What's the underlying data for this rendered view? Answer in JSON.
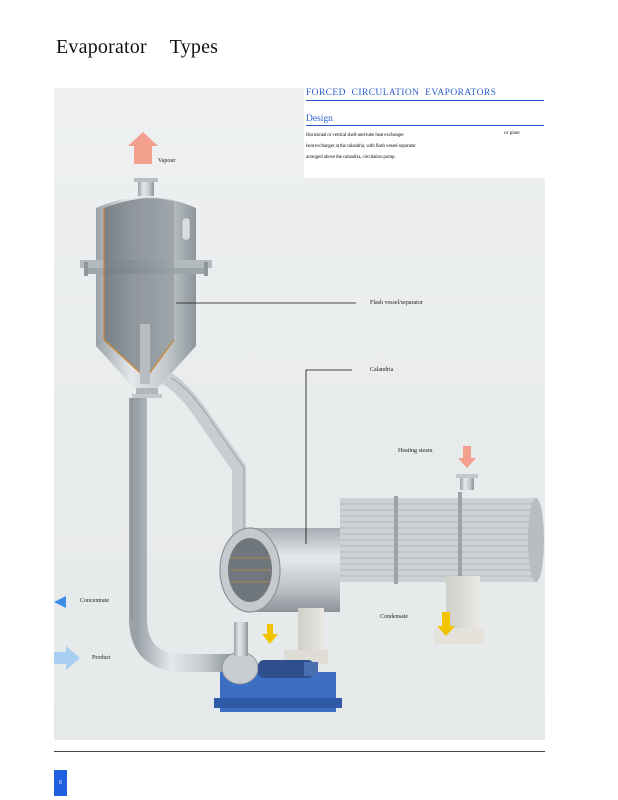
{
  "page": {
    "title": "Evaporator Types",
    "page_number": "6"
  },
  "infobox": {
    "heading": "FORCED CIRCULATION EVAPORATORS",
    "subheading": "Design",
    "body_lines": [
      "Horizontal or vertical shell-and-tube heat exchanger",
      "heat exchanger at the calandria, with flash vessel separator",
      "arranged above the calandria, circulation pump."
    ],
    "body_right": "or plate"
  },
  "labels": {
    "vapour": "Vapour",
    "flash_vessel": "Flash vessel/separator",
    "calandria": "Calandria",
    "heating_steam": "Heating steam",
    "concentrate": "Concentrate",
    "condensate": "Condensate",
    "product": "Product"
  },
  "colors": {
    "vapour_arrow": "#f4a08f",
    "heating_arrow": "#f4a08f",
    "concentrate_arrow": "#3d8ee8",
    "product_arrow": "#a9d0f2",
    "condensate_arrow": "#f2c400",
    "pump_base": "#3c6fc4",
    "accent_blue": "#2a5cc9"
  }
}
